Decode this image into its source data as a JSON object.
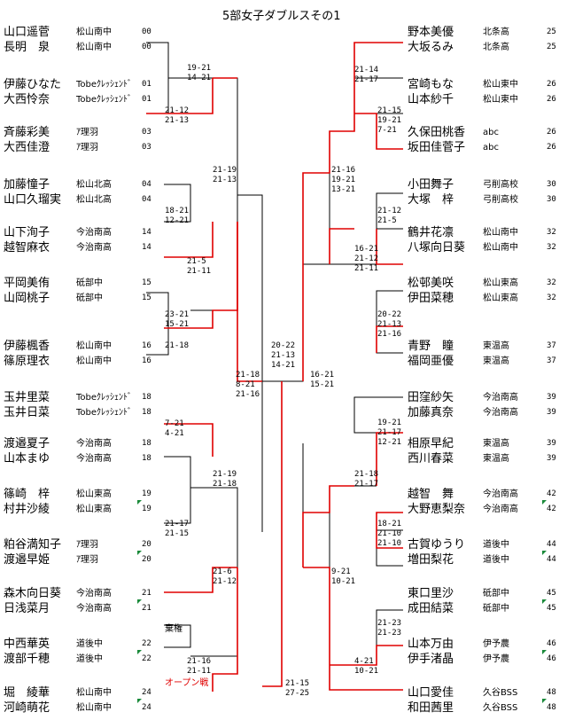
{
  "title": "5部女子ダブルスその1",
  "left_entries": [
    {
      "n1": "山口遥菅",
      "n2": "長明　泉",
      "club1": "松山南中",
      "club2": "松山南中",
      "num1": "00",
      "num2": "00",
      "flag": false
    },
    {
      "n1": "伊藤ひなた",
      "n2": "大西怜奈",
      "club1": "Tobeｸﾚｯｼｪﾝﾄﾞ",
      "club2": "Tobeｸﾚｯｼｪﾝﾄﾞ",
      "num1": "01",
      "num2": "01",
      "flag": false
    },
    {
      "n1": "斉藤彩美",
      "n2": "大西佳澄",
      "club1": "ｱ理羽",
      "club2": "ｱ理羽",
      "num1": "03",
      "num2": "03",
      "flag": false
    },
    {
      "n1": "加藤憧子",
      "n2": "山口久瑠実",
      "club1": "松山北高",
      "club2": "松山北高",
      "num1": "04",
      "num2": "04",
      "flag": false
    },
    {
      "n1": "山下洵子",
      "n2": "越智麻衣",
      "club1": "今治南高",
      "club2": "今治南高",
      "num1": "14",
      "num2": "14",
      "flag": false
    },
    {
      "n1": "平岡美侑",
      "n2": "山岡桃子",
      "club1": "砥部中",
      "club2": "砥部中",
      "num1": "15",
      "num2": "15",
      "flag": false
    },
    {
      "n1": "伊藤楓香",
      "n2": "篠原理衣",
      "club1": "松山南中",
      "club2": "松山南中",
      "num1": "16",
      "num2": "16",
      "flag": false
    },
    {
      "n1": "玉井里菜",
      "n2": "玉井日菜",
      "club1": "Tobeｸﾚｯｼｪﾝﾄﾞ",
      "club2": "Tobeｸﾚｯｼｪﾝﾄﾞ",
      "num1": "18",
      "num2": "18",
      "flag": false
    },
    {
      "n1": "渡邉夏子",
      "n2": "山本まゆ",
      "club1": "今治南高",
      "club2": "今治南高",
      "num1": "18",
      "num2": "18",
      "flag": false
    },
    {
      "n1": "篠崎　梓",
      "n2": "村井沙綾",
      "club1": "松山東高",
      "club2": "松山東高",
      "num1": "19",
      "num2": "19",
      "flag": true
    },
    {
      "n1": "粕谷満知子",
      "n2": "渡邉早姫",
      "club1": "ｱ理羽",
      "club2": "ｱ理羽",
      "num1": "20",
      "num2": "20",
      "flag": true
    },
    {
      "n1": "森木向日葵",
      "n2": "日浅菜月",
      "club1": "今治南高",
      "club2": "今治南高",
      "num1": "21",
      "num2": "21",
      "flag": true
    },
    {
      "n1": "中西華英",
      "n2": "渡部千穂",
      "club1": "道後中",
      "club2": "道後中",
      "num1": "22",
      "num2": "22",
      "flag": true
    },
    {
      "n1": "堀　綾華",
      "n2": "河崎萌花",
      "club1": "松山南中",
      "club2": "松山南中",
      "num1": "24",
      "num2": "24",
      "flag": true
    }
  ],
  "right_entries": [
    {
      "n1": "野本美優",
      "n2": "大坂るみ",
      "club1": "北条高",
      "club2": "北条高",
      "num1": "25",
      "num2": "25",
      "flag": false
    },
    {
      "n1": "宮崎もな",
      "n2": "山本紗千",
      "club1": "松山東中",
      "club2": "松山東中",
      "num1": "26",
      "num2": "26",
      "flag": false
    },
    {
      "n1": "久保田桃香",
      "n2": "坂田佳菅子",
      "club1": "abc",
      "club2": "abc",
      "num1": "26",
      "num2": "26",
      "flag": false
    },
    {
      "n1": "小田舞子",
      "n2": "大塚　梓",
      "club1": "弓削高校",
      "club2": "弓削高校",
      "num1": "30",
      "num2": "30",
      "flag": false
    },
    {
      "n1": "鶴井花凛",
      "n2": "八塚向日葵",
      "club1": "松山南中",
      "club2": "松山南中",
      "num1": "32",
      "num2": "32",
      "flag": false
    },
    {
      "n1": "松邨美咲",
      "n2": "伊田菜穂",
      "club1": "松山東高",
      "club2": "松山東高",
      "num1": "32",
      "num2": "32",
      "flag": false
    },
    {
      "n1": "青野　瞳",
      "n2": "福岡亜優",
      "club1": "東温高",
      "club2": "東温高",
      "num1": "37",
      "num2": "37",
      "flag": false
    },
    {
      "n1": "田窪紗矢",
      "n2": "加藤真奈",
      "club1": "今治南高",
      "club2": "今治南高",
      "num1": "39",
      "num2": "39",
      "flag": false
    },
    {
      "n1": "相原早紀",
      "n2": "西川春菜",
      "club1": "東温高",
      "club2": "東温高",
      "num1": "39",
      "num2": "39",
      "flag": false
    },
    {
      "n1": "越智　舞",
      "n2": "大野恵梨奈",
      "club1": "今治南高",
      "club2": "今治南高",
      "num1": "42",
      "num2": "42",
      "flag": true
    },
    {
      "n1": "古賀ゆうり",
      "n2": "増田梨花",
      "club1": "道後中",
      "club2": "道後中",
      "num1": "44",
      "num2": "44",
      "flag": true
    },
    {
      "n1": "東口里沙",
      "n2": "成田結菜",
      "club1": "砥部中",
      "club2": "砥部中",
      "num1": "45",
      "num2": "45",
      "flag": true
    },
    {
      "n1": "山本万由",
      "n2": "伊手渚晶",
      "club1": "伊予農",
      "club2": "伊予農",
      "num1": "46",
      "num2": "46",
      "flag": true
    },
    {
      "n1": "山口愛佳",
      "n2": "和田茜里",
      "club1": "久谷BSS",
      "club2": "久谷BSS",
      "num1": "48",
      "num2": "48",
      "flag": true
    }
  ],
  "scores": [
    {
      "id": "L1",
      "lines": [
        "19-21",
        "14-21"
      ]
    },
    {
      "id": "L2",
      "lines": [
        "21-12",
        "21-13"
      ]
    },
    {
      "id": "L3",
      "lines": [
        "21-19",
        "21-13"
      ]
    },
    {
      "id": "L4",
      "lines": [
        "18-21",
        "12-21"
      ]
    },
    {
      "id": "L5",
      "lines": [
        "21-5",
        "21-11"
      ]
    },
    {
      "id": "L6",
      "lines": [
        "23-21",
        "15-21"
      ]
    },
    {
      "id": "L7",
      "lines": [
        "21-18"
      ]
    },
    {
      "id": "L8",
      "lines": [
        "21-18",
        "8-21",
        "21-16"
      ]
    },
    {
      "id": "L9",
      "lines": [
        "7-21",
        "4-21"
      ]
    },
    {
      "id": "L10",
      "lines": [
        "21-19",
        "21-18"
      ]
    },
    {
      "id": "L11",
      "lines": [
        "21-17",
        "21-15"
      ]
    },
    {
      "id": "L12",
      "lines": [
        "21-6",
        "21-12"
      ]
    },
    {
      "id": "L13",
      "lines": [
        "21-16",
        "21-11"
      ]
    },
    {
      "id": "C1",
      "lines": [
        "20-22",
        "21-13",
        "14-21"
      ]
    },
    {
      "id": "C2",
      "lines": [
        "16-21",
        "15-21"
      ]
    },
    {
      "id": "C3",
      "lines": [
        "21-15",
        "27-25"
      ]
    },
    {
      "id": "R1",
      "lines": [
        "21-14",
        "21-17"
      ]
    },
    {
      "id": "R2",
      "lines": [
        "21-15",
        "19-21",
        "7-21"
      ]
    },
    {
      "id": "R3",
      "lines": [
        "21-16",
        "19-21",
        "13-21"
      ]
    },
    {
      "id": "R4",
      "lines": [
        "21-12",
        "21-5"
      ]
    },
    {
      "id": "R5",
      "lines": [
        "16-21",
        "21-12",
        "21-11"
      ]
    },
    {
      "id": "R6",
      "lines": [
        "20-22",
        "21-13",
        "21-16"
      ]
    },
    {
      "id": "R7",
      "lines": [
        "19-21",
        "21-17",
        "12-21"
      ]
    },
    {
      "id": "R8",
      "lines": [
        "21-18",
        "21-17"
      ]
    },
    {
      "id": "R9",
      "lines": [
        "18-21",
        "21-10",
        "21-10"
      ]
    },
    {
      "id": "R10",
      "lines": [
        "9-21",
        "10-21"
      ]
    },
    {
      "id": "R11",
      "lines": [
        "21-23",
        "21-23"
      ]
    },
    {
      "id": "R12",
      "lines": [
        "4-21",
        "10-21"
      ]
    }
  ],
  "notes": {
    "forfeit": "棄権",
    "open_match": "オープン戦"
  },
  "colors": {
    "line": "#000000",
    "win": "#e00000",
    "flag": "#1a8a3a"
  }
}
